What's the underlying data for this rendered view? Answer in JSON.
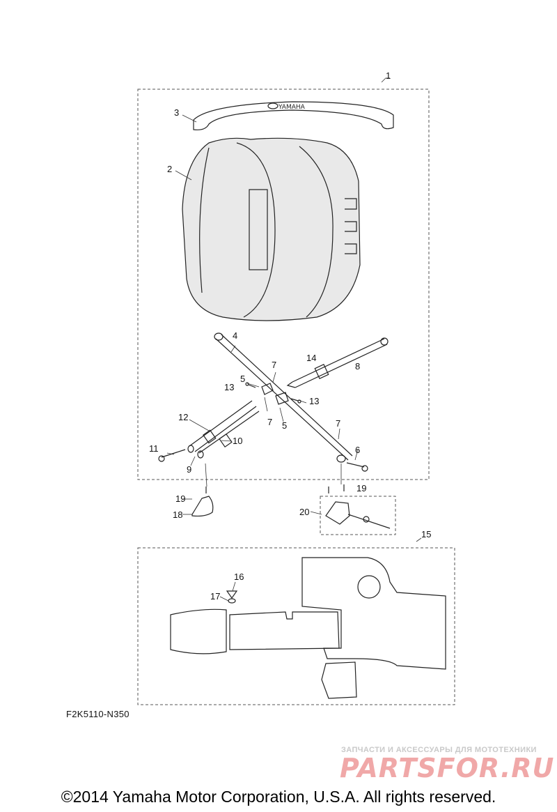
{
  "callouts": {
    "c1": "1",
    "c2": "2",
    "c3": "3",
    "c4": "4",
    "c5a": "5",
    "c5b": "5",
    "c6": "6",
    "c7a": "7",
    "c7b": "7",
    "c7c": "7",
    "c8": "8",
    "c9": "9",
    "c10": "10",
    "c11": "11",
    "c12": "12",
    "c13a": "13",
    "c13b": "13",
    "c14": "14",
    "c15": "15",
    "c16": "16",
    "c17": "17",
    "c18": "18",
    "c19a": "19",
    "c19b": "19",
    "c20": "20"
  },
  "seat_logo": "YAMAHA",
  "figure_code": "F2K5110-N350",
  "watermark": {
    "subtitle": "ЗАПЧАСТИ И АКСЕССУАРЫ ДЛЯ МОТОТЕХНИКИ",
    "brand": "PARTSFOR.RU"
  },
  "copyright": "©2014 Yamaha Motor Corporation, U.S.A. All rights reserved."
}
